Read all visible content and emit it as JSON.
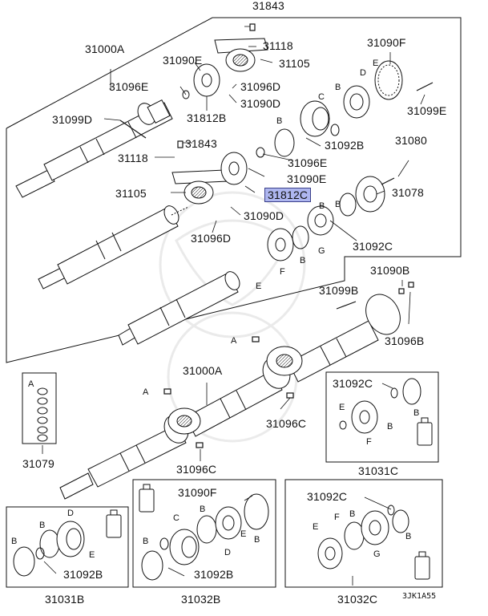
{
  "parts": {
    "p31843_top": "31843",
    "p31118_top": "31118",
    "p31000A_top": "31000A",
    "p31090E_top": "31090E",
    "p31105_top": "31105",
    "p31090F_top": "31090F",
    "p31096E_left": "31096E",
    "p31096D_top": "31096D",
    "p31090D_top": "31090D",
    "p31099E": "31099E",
    "p31099D": "31099D",
    "p31812B": "31812B",
    "p31843_mid": "31843",
    "p31092B_top": "31092B",
    "p31080": "31080",
    "p31118_mid": "31118",
    "p31096E_mid": "31096E",
    "p31090E_mid": "31090E",
    "p31105_mid": "31105",
    "p31812C": "31812C",
    "p31078": "31078",
    "p31090D_mid": "31090D",
    "p31096D_mid": "31096D",
    "p31092C_top": "31092C",
    "p31090B": "31090B",
    "p31099B": "31099B",
    "p31096B": "31096B",
    "p31000A_mid": "31000A",
    "p31092C_box": "31092C",
    "p31096C_right": "31096C",
    "p31079": "31079",
    "p31096C_low": "31096C",
    "p31031C": "31031C",
    "p31090F_box": "31090F",
    "p31092C_box3": "31092C",
    "p31092B_box1": "31092B",
    "p31092B_box2": "31092B",
    "p31031B": "31031B",
    "p31032B": "31032B",
    "p31032C": "31032C"
  },
  "letters": {
    "E1": "E",
    "D1": "D",
    "C1": "C",
    "B1": "B",
    "B2": "B",
    "B3": "B",
    "E2": "E",
    "F1": "F",
    "B4": "B",
    "G1": "G",
    "B5": "B",
    "A1": "A",
    "A2": "A",
    "A3": "A",
    "E3": "E",
    "B6": "B",
    "F2": "F",
    "B7": "B",
    "D2": "D",
    "B8": "B",
    "B9": "B",
    "E4": "E",
    "C2": "C",
    "B10": "B",
    "E5": "E",
    "B11": "B",
    "D3": "D",
    "B12": "B",
    "E6": "E",
    "F3": "F",
    "B13": "B",
    "G2": "G",
    "B14": "B"
  },
  "footer": {
    "code": "3JK1A55"
  }
}
